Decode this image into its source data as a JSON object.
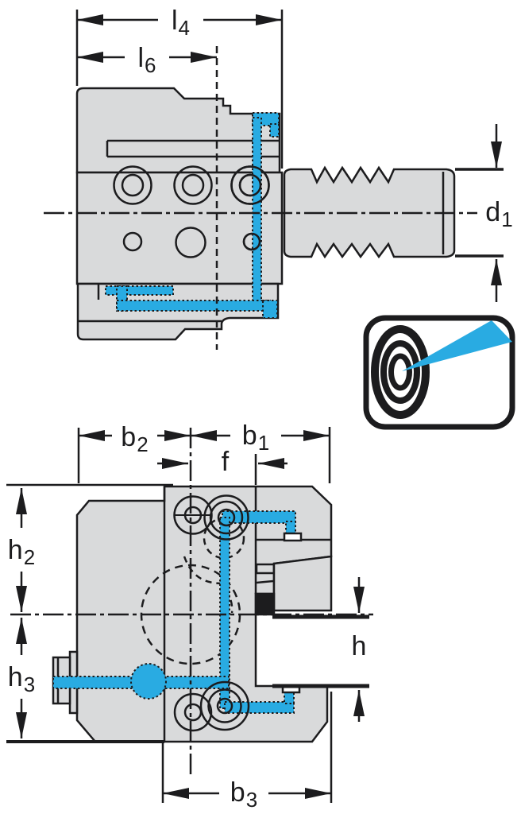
{
  "drawing": {
    "type": "technical-dimension-drawing",
    "views": [
      "side-view",
      "front-view"
    ]
  },
  "dimensions": {
    "l4": {
      "label": "l",
      "sub": "4"
    },
    "l6": {
      "label": "l",
      "sub": "6"
    },
    "d1": {
      "label": "d",
      "sub": "1"
    },
    "b2": {
      "label": "b",
      "sub": "2"
    },
    "b1": {
      "label": "b",
      "sub": "1"
    },
    "f": {
      "label": "f",
      "sub": ""
    },
    "h2": {
      "label": "h",
      "sub": "2"
    },
    "h3": {
      "label": "h",
      "sub": "3"
    },
    "h": {
      "label": "h",
      "sub": ""
    },
    "b3": {
      "label": "b",
      "sub": "3"
    }
  },
  "icons": {
    "target": "precision-coolant-target-icon"
  },
  "colors": {
    "background": "#ffffff",
    "part_fill": "#d9dadb",
    "line": "#1c1c1e",
    "coolant_blue": "#29abe2",
    "label_bg": "#ffffff"
  }
}
